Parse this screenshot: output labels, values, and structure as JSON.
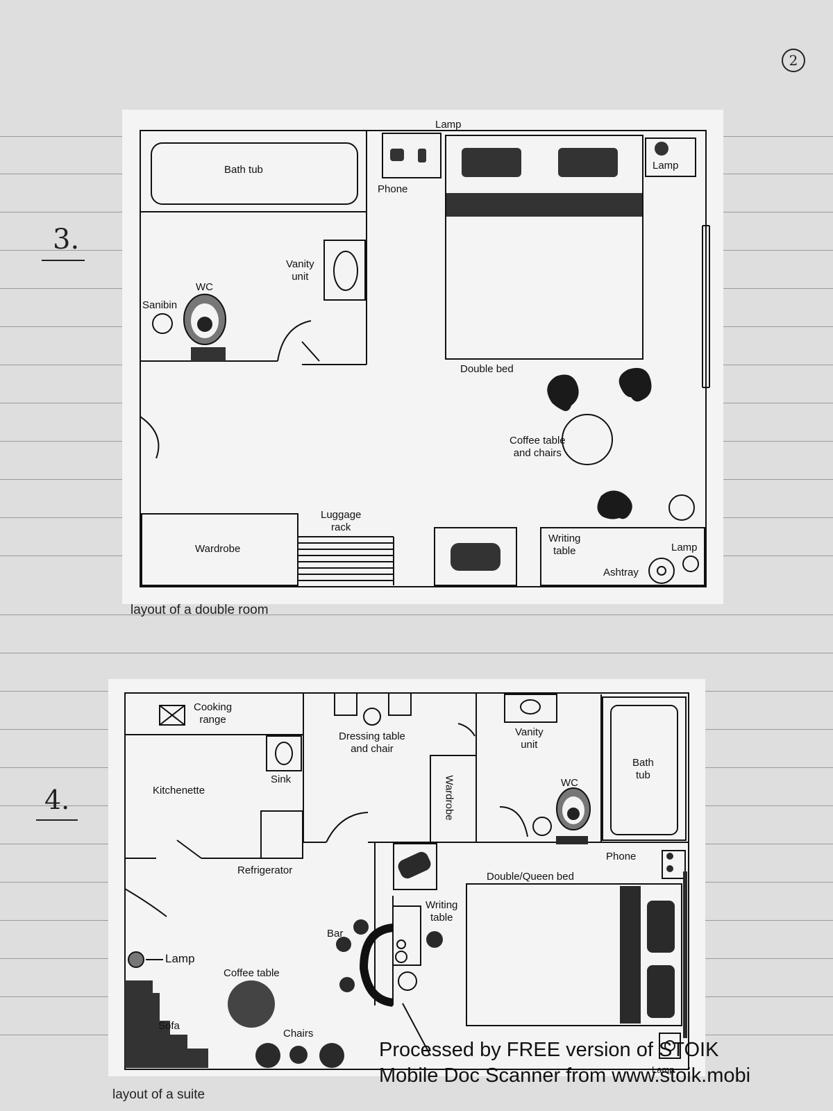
{
  "page": {
    "page_number": "2",
    "section_3": "3.",
    "section_4": "4.",
    "watermark_line1": "Processed by FREE version of STOIK",
    "watermark_line2": "Mobile Doc Scanner from www.stoik.mobi"
  },
  "double_room": {
    "caption": "layout of a double room",
    "labels": {
      "lamp_top": "Lamp",
      "phone": "Phone",
      "lamp_right": "Lamp",
      "bath_tub": "Bath tub",
      "vanity": "Vanity\nunit",
      "wc": "WC",
      "sanibin": "Sanibin",
      "double_bed": "Double bed",
      "coffee": "Coffee table\nand chairs",
      "luggage": "Luggage\nrack",
      "wardrobe": "Wardrobe",
      "writing": "Writing\ntable",
      "lamp_bottom": "Lamp",
      "ashtray": "Ashtray"
    }
  },
  "suite": {
    "caption": "layout of a suite",
    "labels": {
      "cooking": "Cooking\nrange",
      "dressing": "Dressing table\nand chair",
      "vanity": "Vanity\nunit",
      "bath": "Bath\ntub",
      "sink": "Sink",
      "kitchenette": "Kitchenette",
      "wardrobe": "Wardrobe",
      "wc": "WC",
      "refrigerator": "Refrigerator",
      "phone": "Phone",
      "bed": "Double/Queen bed",
      "writing": "Writing\ntable",
      "bar": "Bar",
      "lamp": "Lamp",
      "coffee": "Coffee table",
      "sofa": "Sofa",
      "chairs": "Chairs",
      "lamp_bottom": "Lamp"
    }
  }
}
